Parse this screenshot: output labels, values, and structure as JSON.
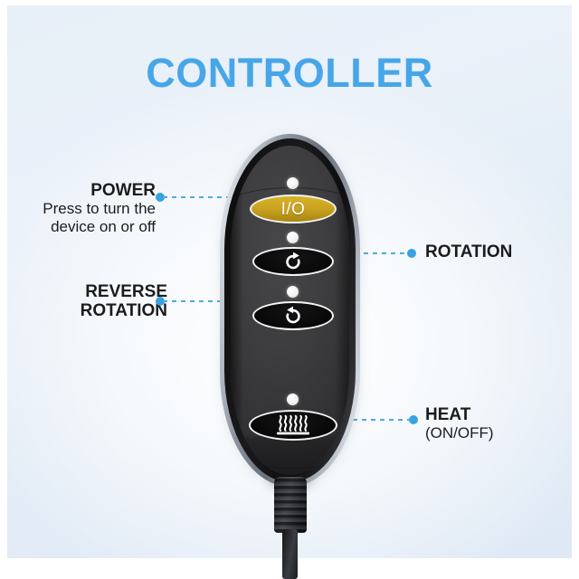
{
  "page": {
    "title": "CONTROLLER",
    "accent_color": "#47a6e8",
    "background_color": "#e7eff8"
  },
  "callouts": {
    "power": {
      "heading": "POWER",
      "description_line1": "Press to turn the",
      "description_line2": "device on or off",
      "side": "left"
    },
    "reverse_rotation": {
      "heading_line1": "REVERSE",
      "heading_line2": "ROTATION",
      "side": "left"
    },
    "rotation": {
      "heading": "ROTATION",
      "side": "right"
    },
    "heat": {
      "heading": "HEAT",
      "subtext": "(ON/OFF)",
      "side": "right"
    }
  },
  "device": {
    "name": "Handheld remote controller",
    "body_color": "#3d3d3f",
    "bezel_color": "#121213",
    "shell_color": "#8d939c",
    "buttons": [
      {
        "id": "power",
        "label": "I/O",
        "icon": "power-io-glyph",
        "color": "#c9a321",
        "text_color": "#ffffff",
        "shape": "ellipse",
        "led": true
      },
      {
        "id": "rotation",
        "label": "",
        "icon": "clockwise-rotation-icon",
        "color": "#0a0a0b",
        "text_color": "#ffffff",
        "shape": "ellipse",
        "led": true
      },
      {
        "id": "reverse-rotation",
        "label": "",
        "icon": "counterclockwise-rotation-icon",
        "color": "#0a0a0b",
        "text_color": "#ffffff",
        "shape": "ellipse",
        "led": true
      },
      {
        "id": "heat",
        "label": "",
        "icon": "heat-waves-icon",
        "color": "#0a0a0b",
        "text_color": "#ffffff",
        "shape": "ellipse",
        "led": true
      }
    ],
    "cord": {
      "strain_relief": "ribbed-boot",
      "color": "#2a2c31"
    }
  }
}
